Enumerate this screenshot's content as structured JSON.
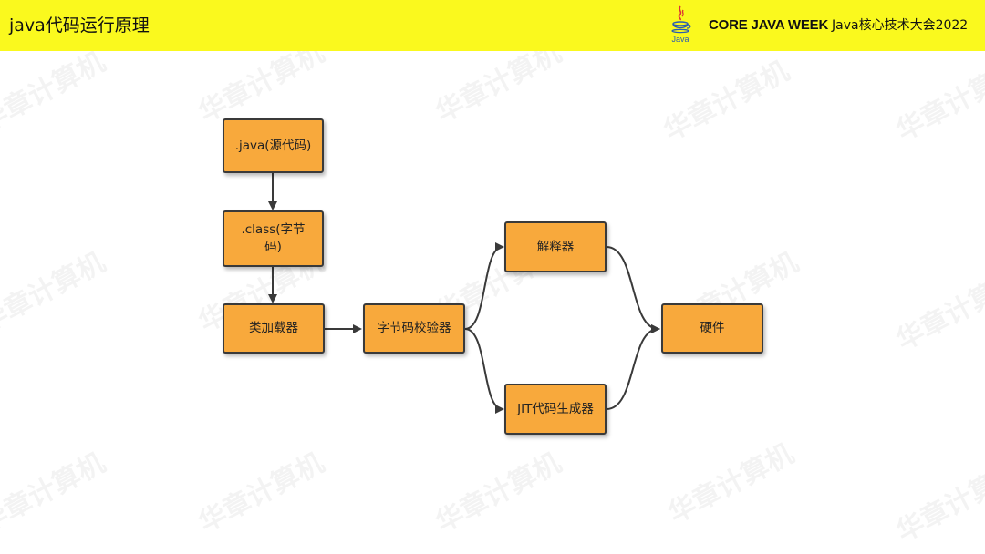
{
  "header": {
    "title": "java代码运行原理",
    "brand": "CORE JAVA WEEK",
    "conference": "Java核心技术大会2022",
    "logo_text": "Java",
    "background": "#faf91e"
  },
  "watermark": {
    "text": "华章计算机"
  },
  "diagram": {
    "node_color": "#f8a93c",
    "border_color": "#3a3a3a",
    "nodes": {
      "source": ".java(源代码)",
      "bytecode": ".class(字节码)",
      "classloader": "类加载器",
      "verifier": "字节码校验器",
      "interpreter": "解释器",
      "jit": "JIT代码生成器",
      "hardware": "硬件"
    }
  }
}
